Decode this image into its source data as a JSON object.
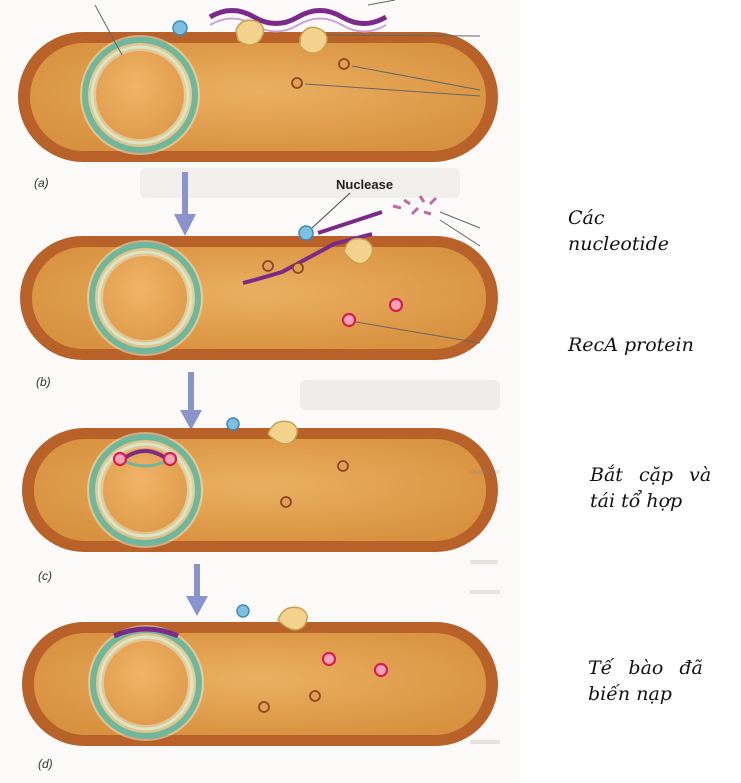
{
  "figure": {
    "panels": [
      "(a)",
      "(b)",
      "(c)",
      "(d)"
    ],
    "nuclease_label": "Nuclease"
  },
  "captions": {
    "nucleotides": [
      "Các",
      "nucleotide"
    ],
    "reca": [
      "RecA protein"
    ],
    "pairing": [
      "Bắt cặp và",
      "tái tổ hợp"
    ],
    "transformed": [
      "Tế bào đã",
      "biến nạp"
    ]
  },
  "colors": {
    "cell_wall": "#b8622a",
    "cytoplasm": "#e5a558",
    "dna_ring": "#6fb79a",
    "foreign_dna": "#7b2a8a",
    "reca": "#e0305a",
    "nucleotide": "#c88a4a",
    "nuclease": "#7ec0e0",
    "arrow": "#8a94cc"
  }
}
